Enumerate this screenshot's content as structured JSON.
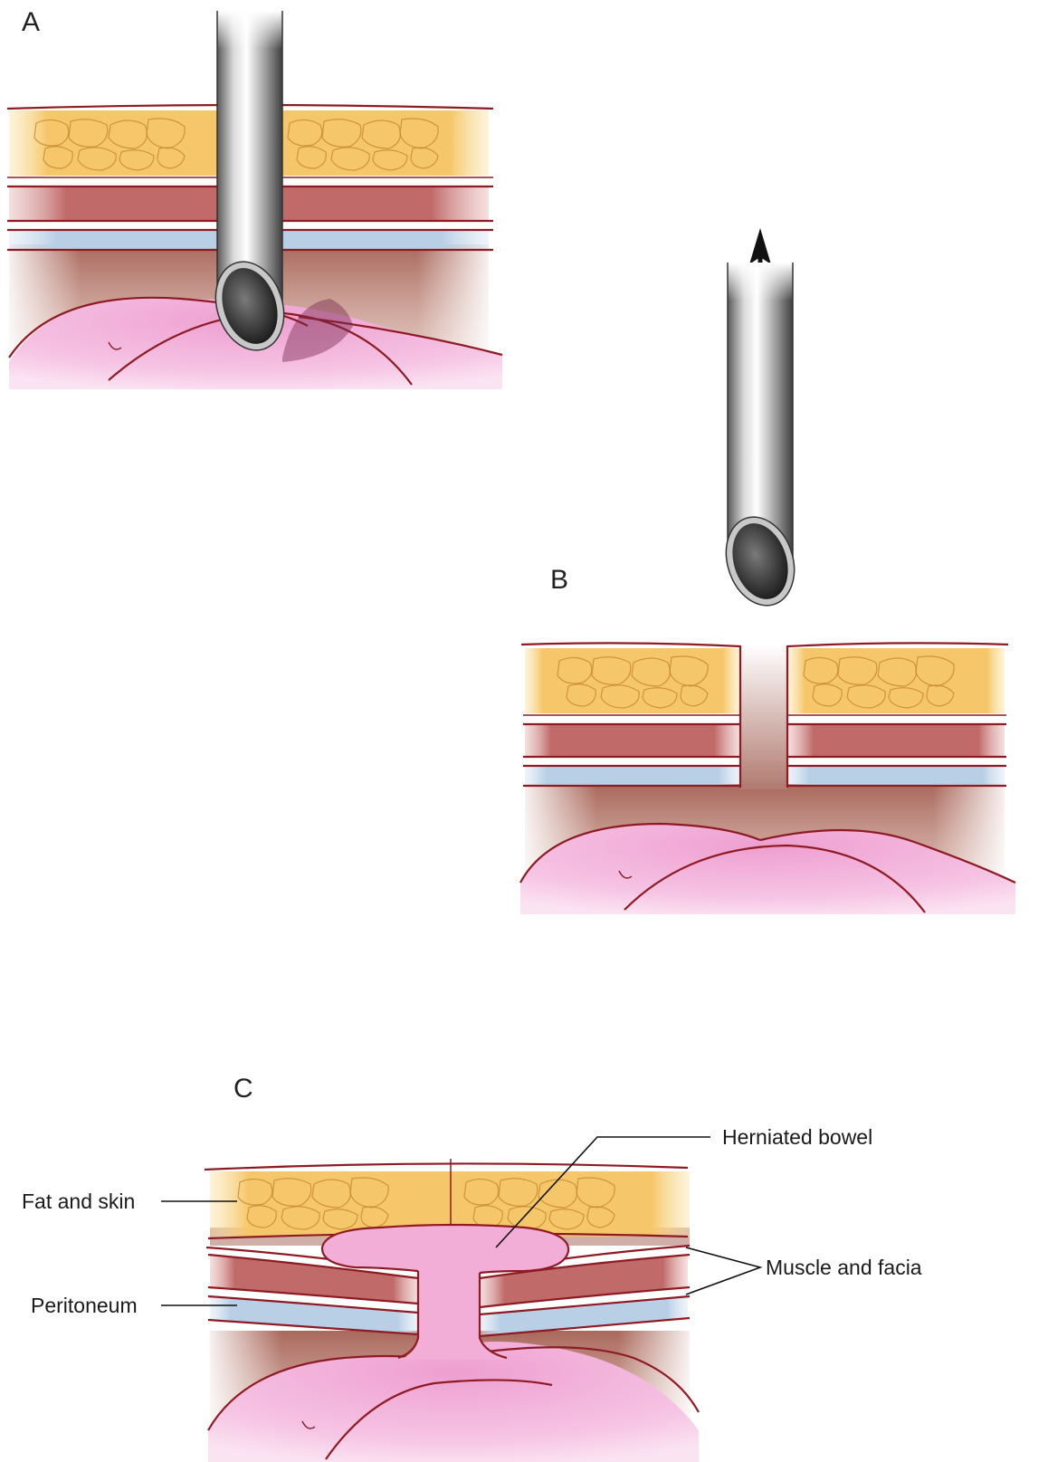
{
  "panels": [
    {
      "letter": "A"
    },
    {
      "letter": "B"
    },
    {
      "letter": "C"
    }
  ],
  "labels": {
    "herniated_bowel": "Herniated bowel",
    "fat_and_skin": "Fat and skin",
    "muscle_and_facia": "Muscle and facia",
    "peritoneum": "Peritoneum"
  },
  "colors": {
    "fat": "#f6c76a",
    "muscle": "#b9575a",
    "peritoneum": "#bcd3e8",
    "cavity": "#a9685c",
    "bowel": "#f3aed8",
    "outline": "#8e1b24",
    "steel": "#8a8a8a"
  }
}
